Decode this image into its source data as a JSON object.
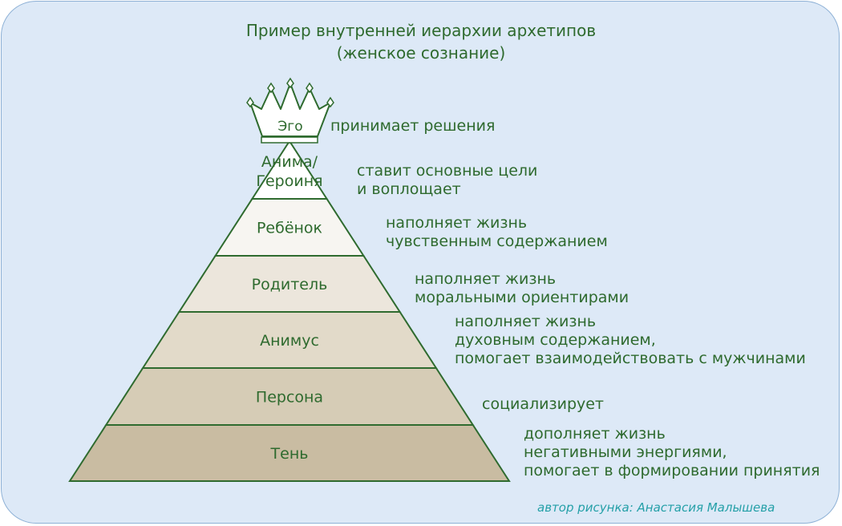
{
  "title": {
    "line1": "Пример внутренней иерархии архетипов",
    "line2": "(женское сознание)"
  },
  "colors": {
    "text_green": "#2e6a2e",
    "outline_green": "#2f6b2f",
    "credit_teal": "#25a0a8",
    "background": "#dde9f7",
    "border": "#8eb1d6"
  },
  "crown": {
    "label": "Эго",
    "description": "принимает решения",
    "icon": "crown-icon"
  },
  "levels": [
    {
      "name_lines": [
        "Анима/",
        "Героиня"
      ],
      "description": [
        "ставит основные цели",
        "и воплощает"
      ],
      "fill": "#ffffff"
    },
    {
      "name_lines": [
        "Ребёнок"
      ],
      "description": [
        "наполняет жизнь",
        "чувственным содержанием"
      ],
      "fill": "#f7f5f1"
    },
    {
      "name_lines": [
        "Родитель"
      ],
      "description": [
        "наполняет жизнь",
        "моральными ориентирами"
      ],
      "fill": "#ece6dc"
    },
    {
      "name_lines": [
        "Анимус"
      ],
      "description": [
        "наполняет жизнь",
        "духовным содержанием,",
        "помогает взаимодействовать с мужчинами"
      ],
      "fill": "#e2dac9"
    },
    {
      "name_lines": [
        "Персона"
      ],
      "description": [
        "социализирует"
      ],
      "fill": "#d6ccb6"
    },
    {
      "name_lines": [
        "Тень"
      ],
      "description": [
        "дополняет жизнь",
        "негативными энергиями,",
        "помогает в формировании принятия"
      ],
      "fill": "#c9bca2"
    }
  ],
  "credit": "автор рисунка: Анастасия Малышева"
}
